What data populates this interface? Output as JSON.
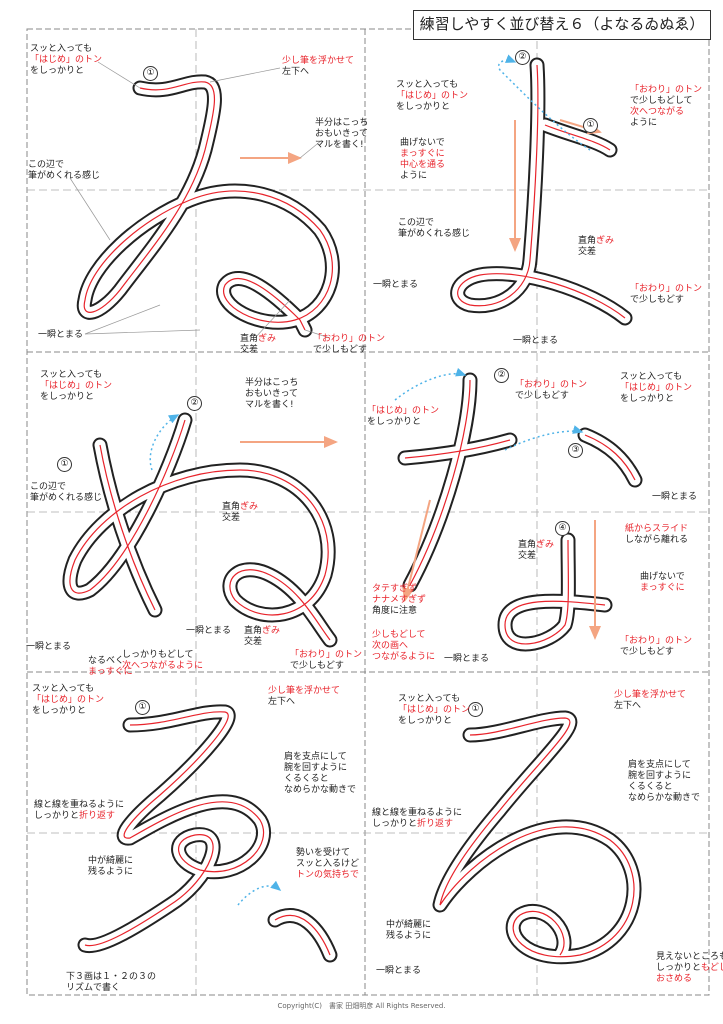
{
  "title": "練習しやすく並び替え６（よなるゐぬゑ）",
  "copyright": "Copyright(C)　書家 田畑明彦 All Rights Reserved.",
  "colors": {
    "accent": "#e8232b",
    "guide_orange": "#f4a582",
    "guide_blue": "#4fb3e8",
    "grid": "#888888"
  },
  "panels": {
    "wi": {
      "step1": "①",
      "a1": [
        "スッと入っても",
        "「はじめ」のトン",
        "をしっかりと"
      ],
      "a2": [
        "少し筆を浮かせて",
        "左下へ"
      ],
      "a3": [
        "半分はこっち",
        "おもいきって",
        "マルを書く!"
      ],
      "a4": [
        "この辺で",
        "筆がめくれる感じ"
      ],
      "a5": "一瞬とまる",
      "a6": [
        "直角ぎみ",
        "交差"
      ],
      "a7": [
        "「おわり」のトン",
        "で少しもどす"
      ]
    },
    "yo": {
      "step1": "①",
      "step2": "②",
      "a1": [
        "スッと入っても",
        "「はじめ」のトン",
        "をしっかりと"
      ],
      "a2": [
        "曲げないで",
        "まっすぐに",
        "中心を通る",
        "ように"
      ],
      "a3": [
        "この辺で",
        "筆がめくれる感じ"
      ],
      "a4": "一瞬とまる",
      "a5": "一瞬とまる",
      "a6": [
        "直角ぎみ",
        "交差"
      ],
      "a7": [
        "「おわり」のトン",
        "で少しもどして",
        "次へつながる",
        "ように"
      ],
      "a8": [
        "「おわり」のトン",
        "で少しもどす"
      ]
    },
    "nu": {
      "step1": "①",
      "step2": "②",
      "a1": [
        "スッと入っても",
        "「はじめ」のトン",
        "をしっかりと"
      ],
      "a2": [
        "半分はこっち",
        "おもいきって",
        "マルを書く!"
      ],
      "a3": [
        "この辺で",
        "筆がめくれる感じ"
      ],
      "a4": [
        "直角ぎみ",
        "交差"
      ],
      "a5": "一瞬とまる",
      "a6": [
        "なるべく",
        "まっすぐに"
      ],
      "a7": [
        "しっかりもどして",
        "次へつながるように"
      ],
      "a8": "一瞬とまる",
      "a9": [
        "直角ぎみ",
        "交差"
      ],
      "a10": [
        "「おわり」のトン",
        "で少しもどす"
      ]
    },
    "na": {
      "step2": "②",
      "step3": "③",
      "step4": "④",
      "a1": [
        "「はじめ」のトン",
        "をしっかりと"
      ],
      "a2": [
        "「おわり」のトン",
        "で少しもどす"
      ],
      "a3": [
        "スッと入っても",
        "「はじめ」のトン",
        "をしっかりと"
      ],
      "a4": "一瞬とまる",
      "a5": [
        "紙からスライド",
        "しながら離れる"
      ],
      "a6": [
        "直角ぎみ",
        "交差"
      ],
      "a7": [
        "曲げないで",
        "まっすぐに"
      ],
      "a8": [
        "タテすぎず",
        "ナナメすぎず",
        "角度に注意"
      ],
      "a9": [
        "少しもどして",
        "次の画へ",
        "つながるように"
      ],
      "a10": "一瞬とまる",
      "a11": [
        "「おわり」のトン",
        "で少しもどす"
      ]
    },
    "we": {
      "step1": "①",
      "a1": [
        "スッと入っても",
        "「はじめ」のトン",
        "をしっかりと"
      ],
      "a2": [
        "少し筆を浮かせて",
        "左下へ"
      ],
      "a3": [
        "肩を支点にして",
        "腕を回すように",
        "くるくると",
        "なめらかな動きで"
      ],
      "a4": [
        "線と線を重ねるように",
        "しっかりと折り返す"
      ],
      "a5": [
        "中が綺麗に",
        "残るように"
      ],
      "a6": [
        "勢いを受けて",
        "スッと入るけど",
        "トンの気持ちで"
      ],
      "a7": [
        "下３画は１・２の３の",
        "リズムで書く"
      ]
    },
    "ru": {
      "step1": "①",
      "a1": [
        "スッと入っても",
        "「はじめ」のトン",
        "をしっかりと"
      ],
      "a2": [
        "少し筆を浮かせて",
        "左下へ"
      ],
      "a3": [
        "肩を支点にして",
        "腕を回すように",
        "くるくると",
        "なめらかな動きで"
      ],
      "a4": [
        "線と線を重ねるように",
        "しっかりと折り返す"
      ],
      "a5": [
        "中が綺麗に",
        "残るように"
      ],
      "a6": "一瞬とまる",
      "a7": [
        "見えないところも",
        "しっかりともどして",
        "おさめる"
      ]
    }
  }
}
